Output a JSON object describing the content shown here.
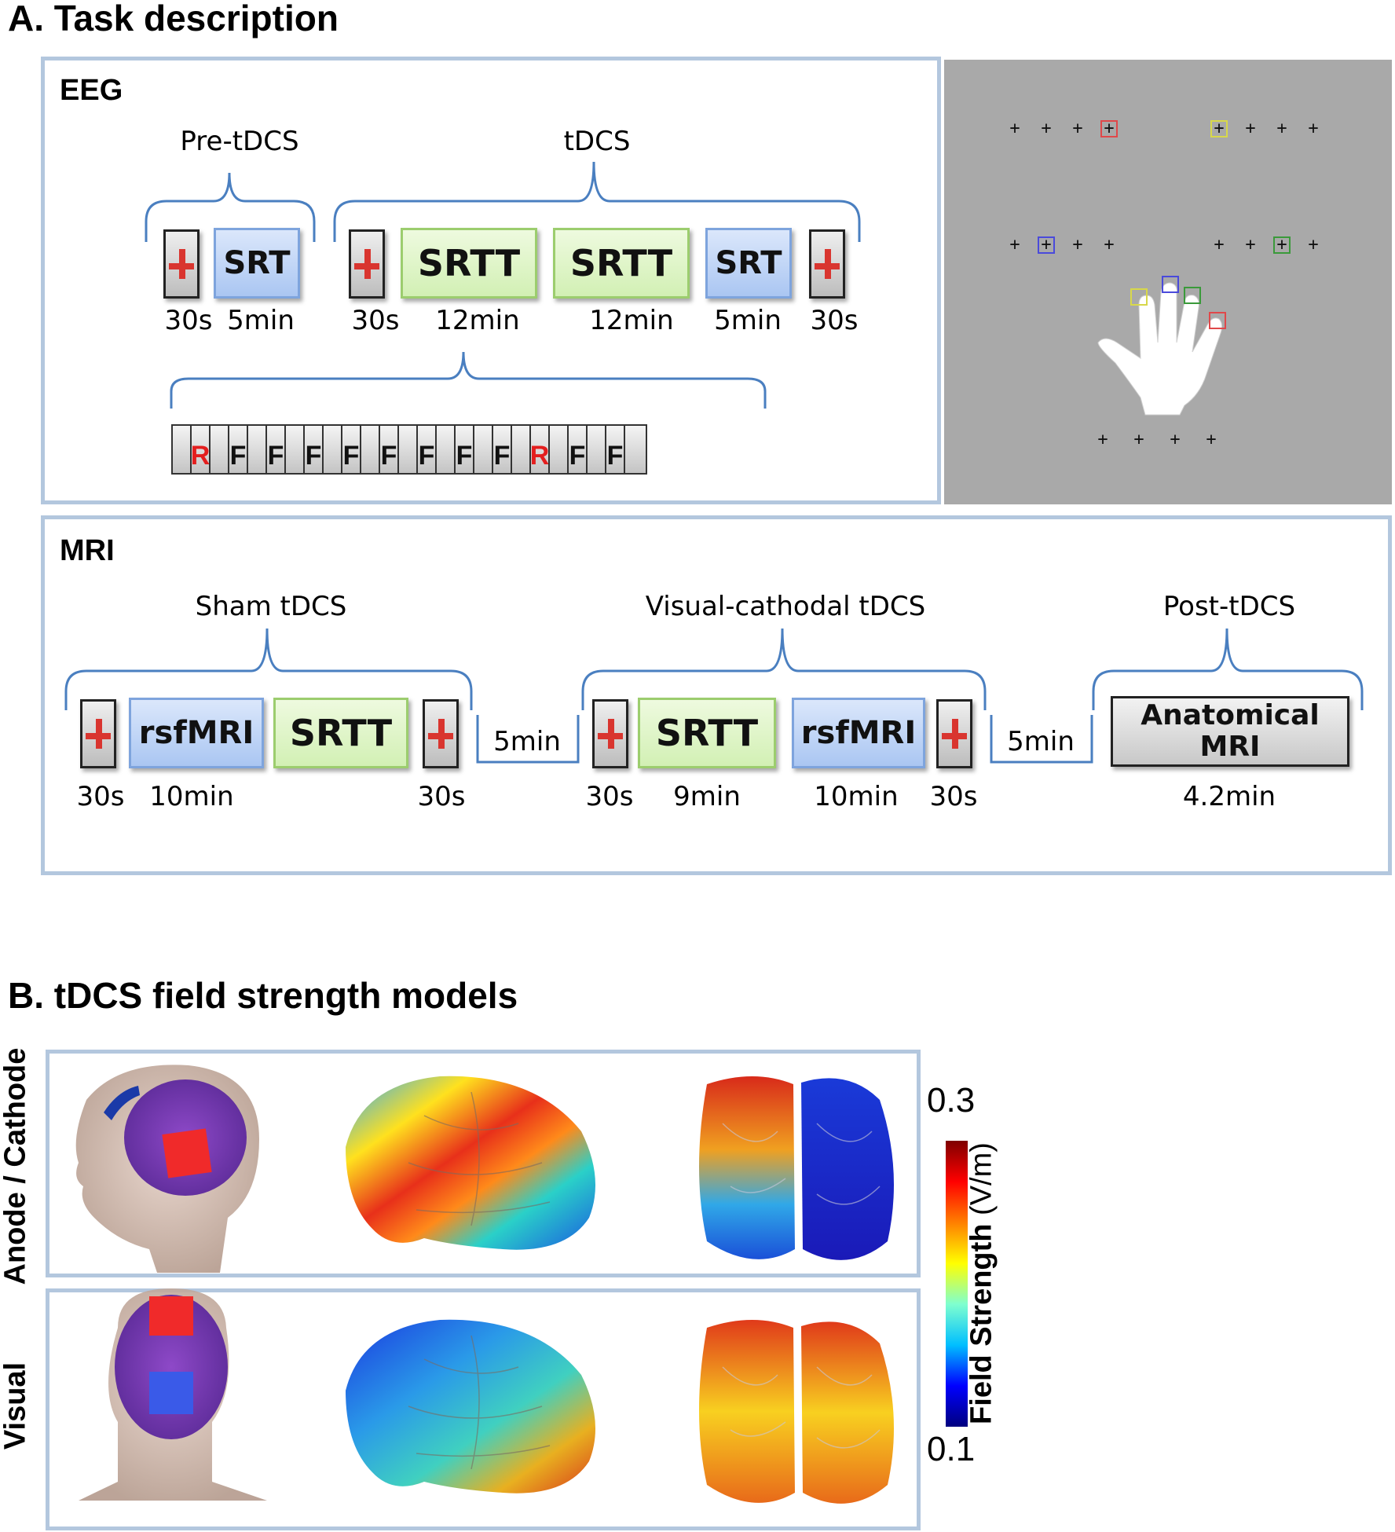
{
  "section_a": {
    "title": "A.  Task description",
    "eeg": {
      "label": "EEG",
      "phase_labels": [
        "Pre-tDCS",
        "tDCS"
      ],
      "blocks": [
        {
          "type": "fixation",
          "duration": "30s"
        },
        {
          "type": "SRT",
          "label": "SRT",
          "duration": "5min"
        },
        {
          "type": "fixation",
          "duration": "30s"
        },
        {
          "type": "SRTT",
          "label": "SRTT",
          "duration": "12min"
        },
        {
          "type": "SRTT",
          "label": "SRTT",
          "duration": "12min"
        },
        {
          "type": "SRT",
          "label": "SRT",
          "duration": "5min"
        },
        {
          "type": "fixation",
          "duration": "30s"
        }
      ],
      "sequence": [
        "R",
        "F",
        "F",
        "F",
        "F",
        "F",
        "F",
        "F",
        "F",
        "R",
        "F",
        "F"
      ]
    },
    "mri": {
      "label": "MRI",
      "phase_labels": [
        "Sham tDCS",
        "Visual-cathodal tDCS",
        "Post-tDCS"
      ],
      "blocks": [
        {
          "type": "fixation",
          "duration": "30s"
        },
        {
          "type": "rsfMRI",
          "label": "rsfMRI",
          "duration": "10min"
        },
        {
          "type": "SRTT",
          "label": "SRTT",
          "duration": ""
        },
        {
          "type": "fixation",
          "duration": "30s"
        },
        {
          "type": "fixation",
          "duration": "30s"
        },
        {
          "type": "SRTT",
          "label": "SRTT",
          "duration": "9min"
        },
        {
          "type": "rsfMRI",
          "label": "rsfMRI",
          "duration": "10min"
        },
        {
          "type": "fixation",
          "duration": "30s"
        },
        {
          "type": "anatomical",
          "label_line1": "Anatomical",
          "label_line2": "MRI",
          "duration": "4.2min"
        }
      ],
      "gaps": [
        "5min",
        "5min"
      ]
    }
  },
  "section_b": {
    "title": "B.  tDCS field strength models",
    "rows": [
      "Anode / Cathode",
      "Visual"
    ],
    "colorbar": {
      "max": "0.3",
      "min": "0.1",
      "label_bold": "Field Strength",
      "label_unit": " (V/m)",
      "colors": [
        "#00007f",
        "#0000ff",
        "#00bfff",
        "#7fffcf",
        "#ffff00",
        "#ff7f00",
        "#ff0000",
        "#7f0000"
      ]
    }
  },
  "colors": {
    "panel_border": "#b3c7de",
    "brace": "#4a7fc0",
    "srt_fill": "#aac6f2",
    "srtt_fill": "#d2f0b4",
    "fixation_cross": "#d9352f"
  }
}
